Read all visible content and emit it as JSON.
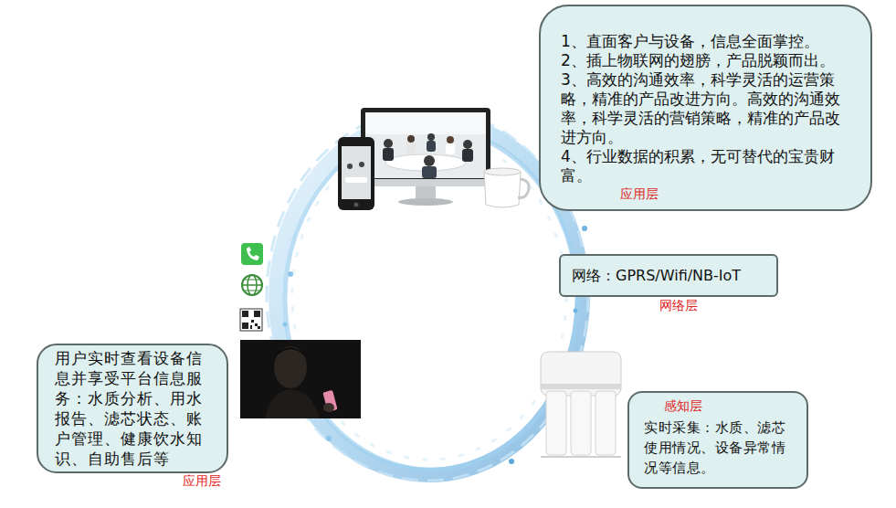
{
  "diagram": {
    "nodes": [
      {
        "text": [
          "1、直面客户与设备，信息全面掌控。",
          "2、插上物联网的翅膀，产品脱颖而出。",
          "3、高效的沟通效率，科学灵活的运营策略，精准的产品改进方向。高效的沟通效率，科学灵活的营销策略，精准的产品改进方向。",
          "4、行业数据的积累，无可替代的宝贵财富。",
          "应用层"
        ]
      },
      {
        "text": [
          "网络：GPRS/Wifi/NB-IoT",
          "网络层"
        ]
      },
      {
        "text": [
          "用户实时查看设备信息并享受平台信息服务：水质分析、用水报告、滤芯状态、账户管理、健康饮水知识、自助售后等",
          "应用层"
        ]
      },
      {
        "text": [
          "感知层",
          "实时采集：水质、滤芯使用情况、设备异常情况等信息。"
        ]
      }
    ]
  }
}
